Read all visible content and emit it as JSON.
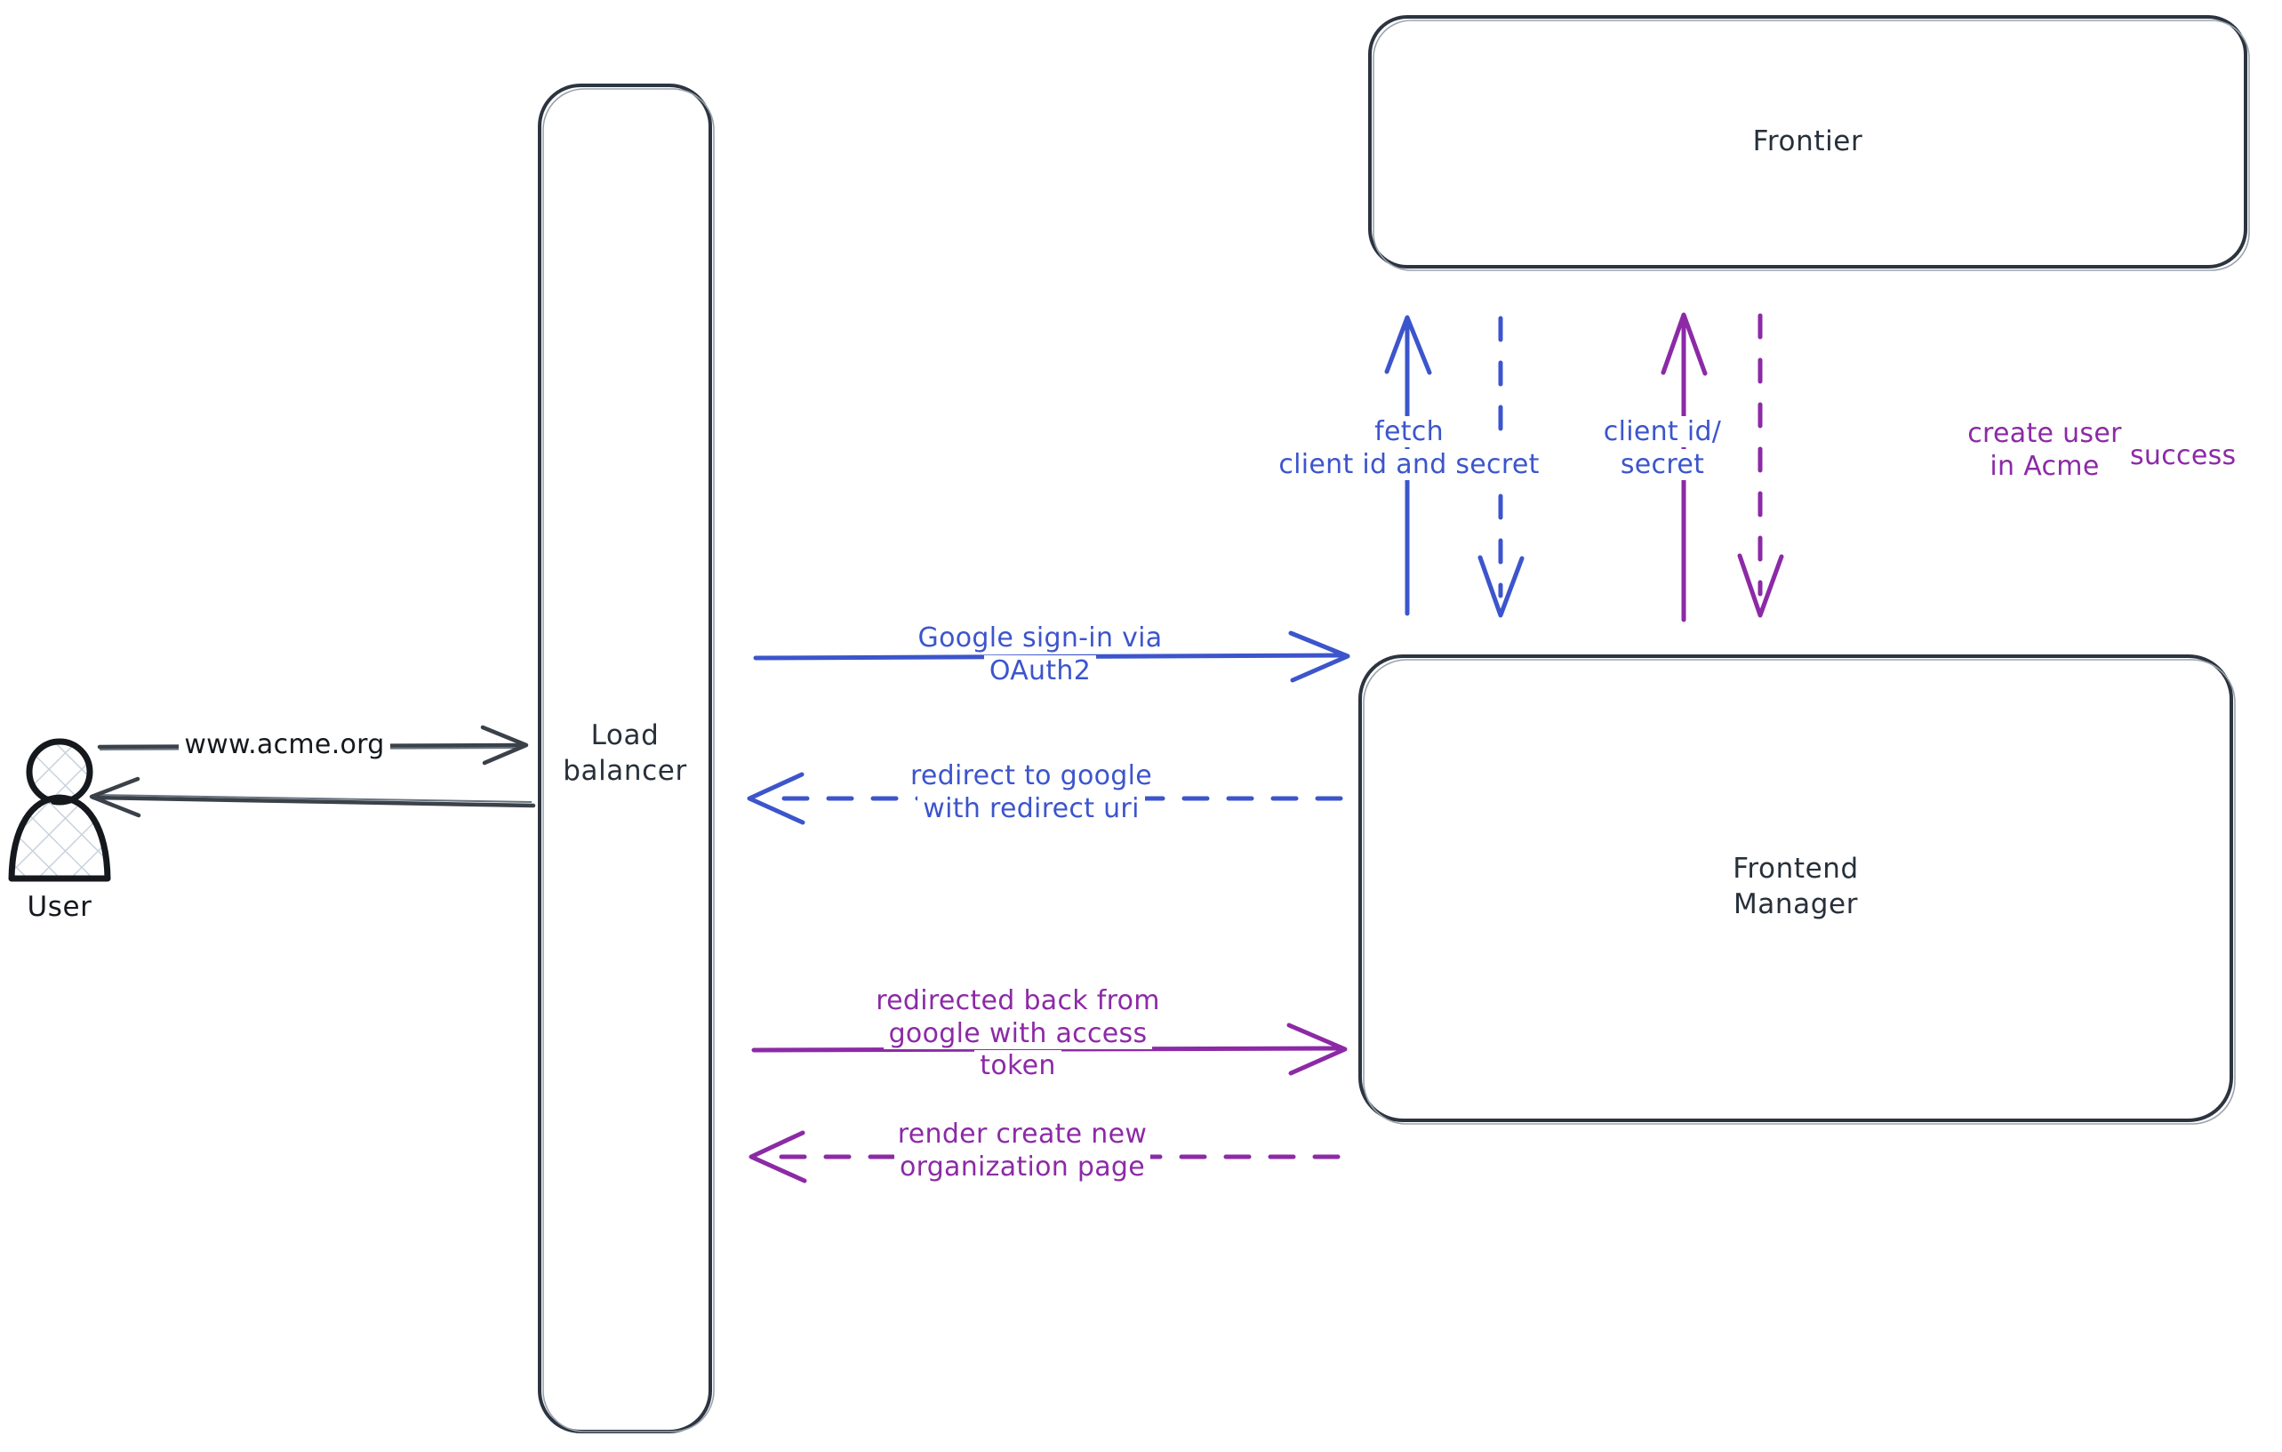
{
  "diagram": {
    "title": "OAuth2 sign-in sequence",
    "background": "#ffffff",
    "colors": {
      "ink": "#27303a",
      "blue": "#3c55cc",
      "purple": "#8c2aa6",
      "gray_arrow": "#3a4149"
    }
  },
  "actors": {
    "user": {
      "caption": "User",
      "icon": "user-avatar-icon"
    }
  },
  "nodes": [
    {
      "id": "load-balancer",
      "label": "Load\nbalancer"
    },
    {
      "id": "frontier",
      "label": "Frontier"
    },
    {
      "id": "frontend-manager",
      "label": "Frontend\nManager"
    }
  ],
  "edges": [
    {
      "id": "user-to-lb",
      "label": "www.acme.org",
      "color": "#3a4149",
      "style": "solid",
      "direction": "right",
      "from": "user",
      "to": "load-balancer"
    },
    {
      "id": "lb-to-user",
      "label": "",
      "color": "#3a4149",
      "style": "solid",
      "direction": "left",
      "from": "load-balancer",
      "to": "user"
    },
    {
      "id": "lb-to-fm-signin",
      "label": "Google sign-in via\nOAuth2",
      "color": "#3c55cc",
      "style": "solid",
      "direction": "right",
      "from": "load-balancer",
      "to": "frontend-manager"
    },
    {
      "id": "fm-to-lb-redirect",
      "label": "redirect to google\nwith redirect uri",
      "color": "#3c55cc",
      "style": "dashed",
      "direction": "left",
      "from": "frontend-manager",
      "to": "load-balancer"
    },
    {
      "id": "lb-to-fm-token",
      "label": "redirected back from\ngoogle with access\ntoken",
      "color": "#8c2aa6",
      "style": "solid",
      "direction": "right",
      "from": "load-balancer",
      "to": "frontend-manager"
    },
    {
      "id": "fm-to-lb-render",
      "label": "render create new\norganization page",
      "color": "#8c2aa6",
      "style": "dashed",
      "direction": "left",
      "from": "frontend-manager",
      "to": "load-balancer"
    },
    {
      "id": "fm-to-frontier-fetch",
      "label": "fetch\nclient id and secret",
      "color": "#3c55cc",
      "style": "solid",
      "direction": "up",
      "from": "frontend-manager",
      "to": "frontier"
    },
    {
      "id": "frontier-to-fm-creds",
      "label": "client id/\nsecret",
      "color": "#3c55cc",
      "style": "dashed",
      "direction": "down",
      "from": "frontier",
      "to": "frontend-manager"
    },
    {
      "id": "fm-to-frontier-create",
      "label": "create user\nin Acme",
      "color": "#8c2aa6",
      "style": "solid",
      "direction": "up",
      "from": "frontend-manager",
      "to": "frontier"
    },
    {
      "id": "frontier-to-fm-success",
      "label": "success",
      "color": "#8c2aa6",
      "style": "dashed",
      "direction": "down",
      "from": "frontier",
      "to": "frontend-manager"
    }
  ]
}
